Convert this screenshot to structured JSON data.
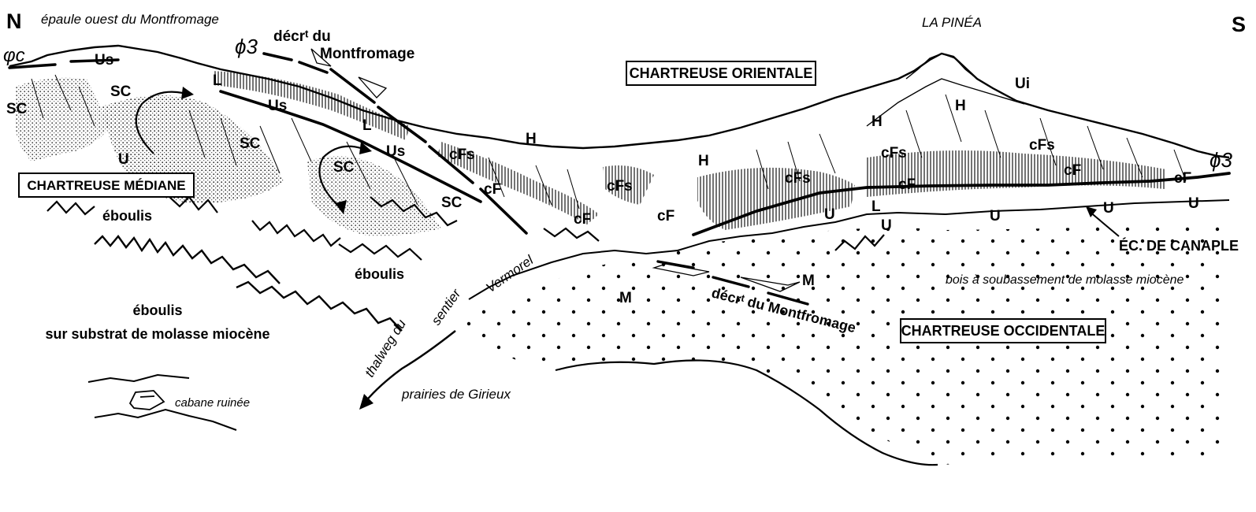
{
  "orientation": {
    "north": "N",
    "south": "S"
  },
  "top_labels": {
    "epaule": "épaule ouest du Montfromage",
    "la_pinea": "LA PINÉA",
    "decr_du": "décrᵗ du",
    "montfromage": "Montfromage",
    "phi_c": "φc",
    "phi3_left": "ϕ3",
    "phi3_right": "ϕ3"
  },
  "boxed_units": {
    "orientale": "CHARTREUSE ORIENTALE",
    "mediane": "CHARTREUSE MÉDIANE",
    "occidentale": "CHARTREUSE OCCIDENTALE"
  },
  "unit_codes": {
    "sc": "SC",
    "us": "Us",
    "l": "L",
    "u": "U",
    "ui": "Ui",
    "h": "H",
    "cf": "cF",
    "cfs": "cFs",
    "m": "M"
  },
  "annotations": {
    "eboulis": "éboulis",
    "eboulis_molasse_1": "éboulis",
    "eboulis_molasse_2": "sur substrat de molasse miocène",
    "cabane": "cabane ruinée",
    "prairies": "prairies de Girieux",
    "thalweg": "thalweg du",
    "sentier": "sentier",
    "vermorel": "Vermorel",
    "decr_bottom": "décrᵗ du Montfromage",
    "ec_canaple": "ÉC. DE CANAPLE",
    "bois": "bois à soubassement de molasse miocène"
  },
  "colors": {
    "ink": "#000000",
    "paper": "#ffffff"
  }
}
